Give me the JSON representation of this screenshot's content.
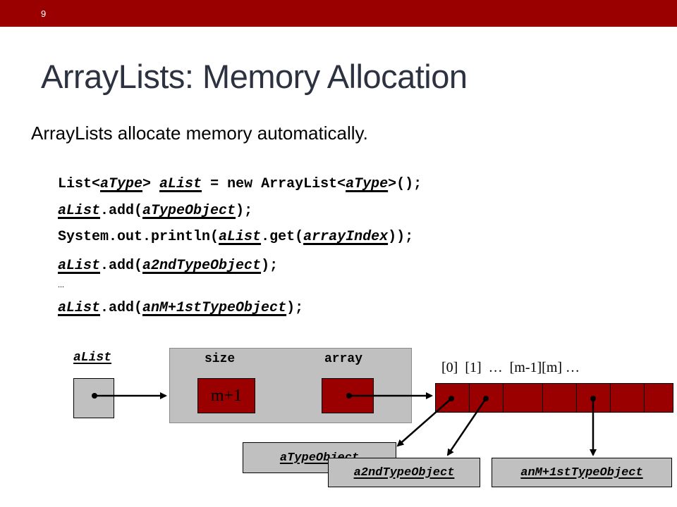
{
  "slide": {
    "number": "9",
    "title": "ArrayLists: Memory Allocation",
    "subtitle": "ArrayLists allocate memory automatically."
  },
  "code": {
    "line1": {
      "a": "List<",
      "b": "aType",
      "c": "> ",
      "d": "aList",
      "e": " = new ArrayList<",
      "f": "aType",
      "g": ">();"
    },
    "line2": {
      "a": "aList",
      "b": ".add(",
      "c": "aTypeObject",
      "d": ");"
    },
    "line3": {
      "a": "System.out.println(",
      "b": "aList",
      "c": ".get(",
      "d": "arrayIndex",
      "e": "));"
    },
    "line4": {
      "a": "aList",
      "b": ".add(",
      "c": "a2ndTypeObject",
      "d": ");"
    },
    "ellipsis": "...",
    "line5": {
      "a": "aList",
      "b": ".add(",
      "c": "anM+1stTypeObject",
      "d": ");"
    }
  },
  "diagram": {
    "alist_label": "aList",
    "size_label": "size",
    "array_label": "array",
    "size_value": "m+1",
    "index_labels": "[0]  [1]  …  [m-1][m] …",
    "objects": {
      "first": "aTypeObject",
      "second": "a2ndTypeObject",
      "last": "anM+1stTypeObject"
    }
  },
  "colors": {
    "accent": "#9b0000",
    "box_gray": "#c0c0c0",
    "title_text": "#2c3240"
  }
}
